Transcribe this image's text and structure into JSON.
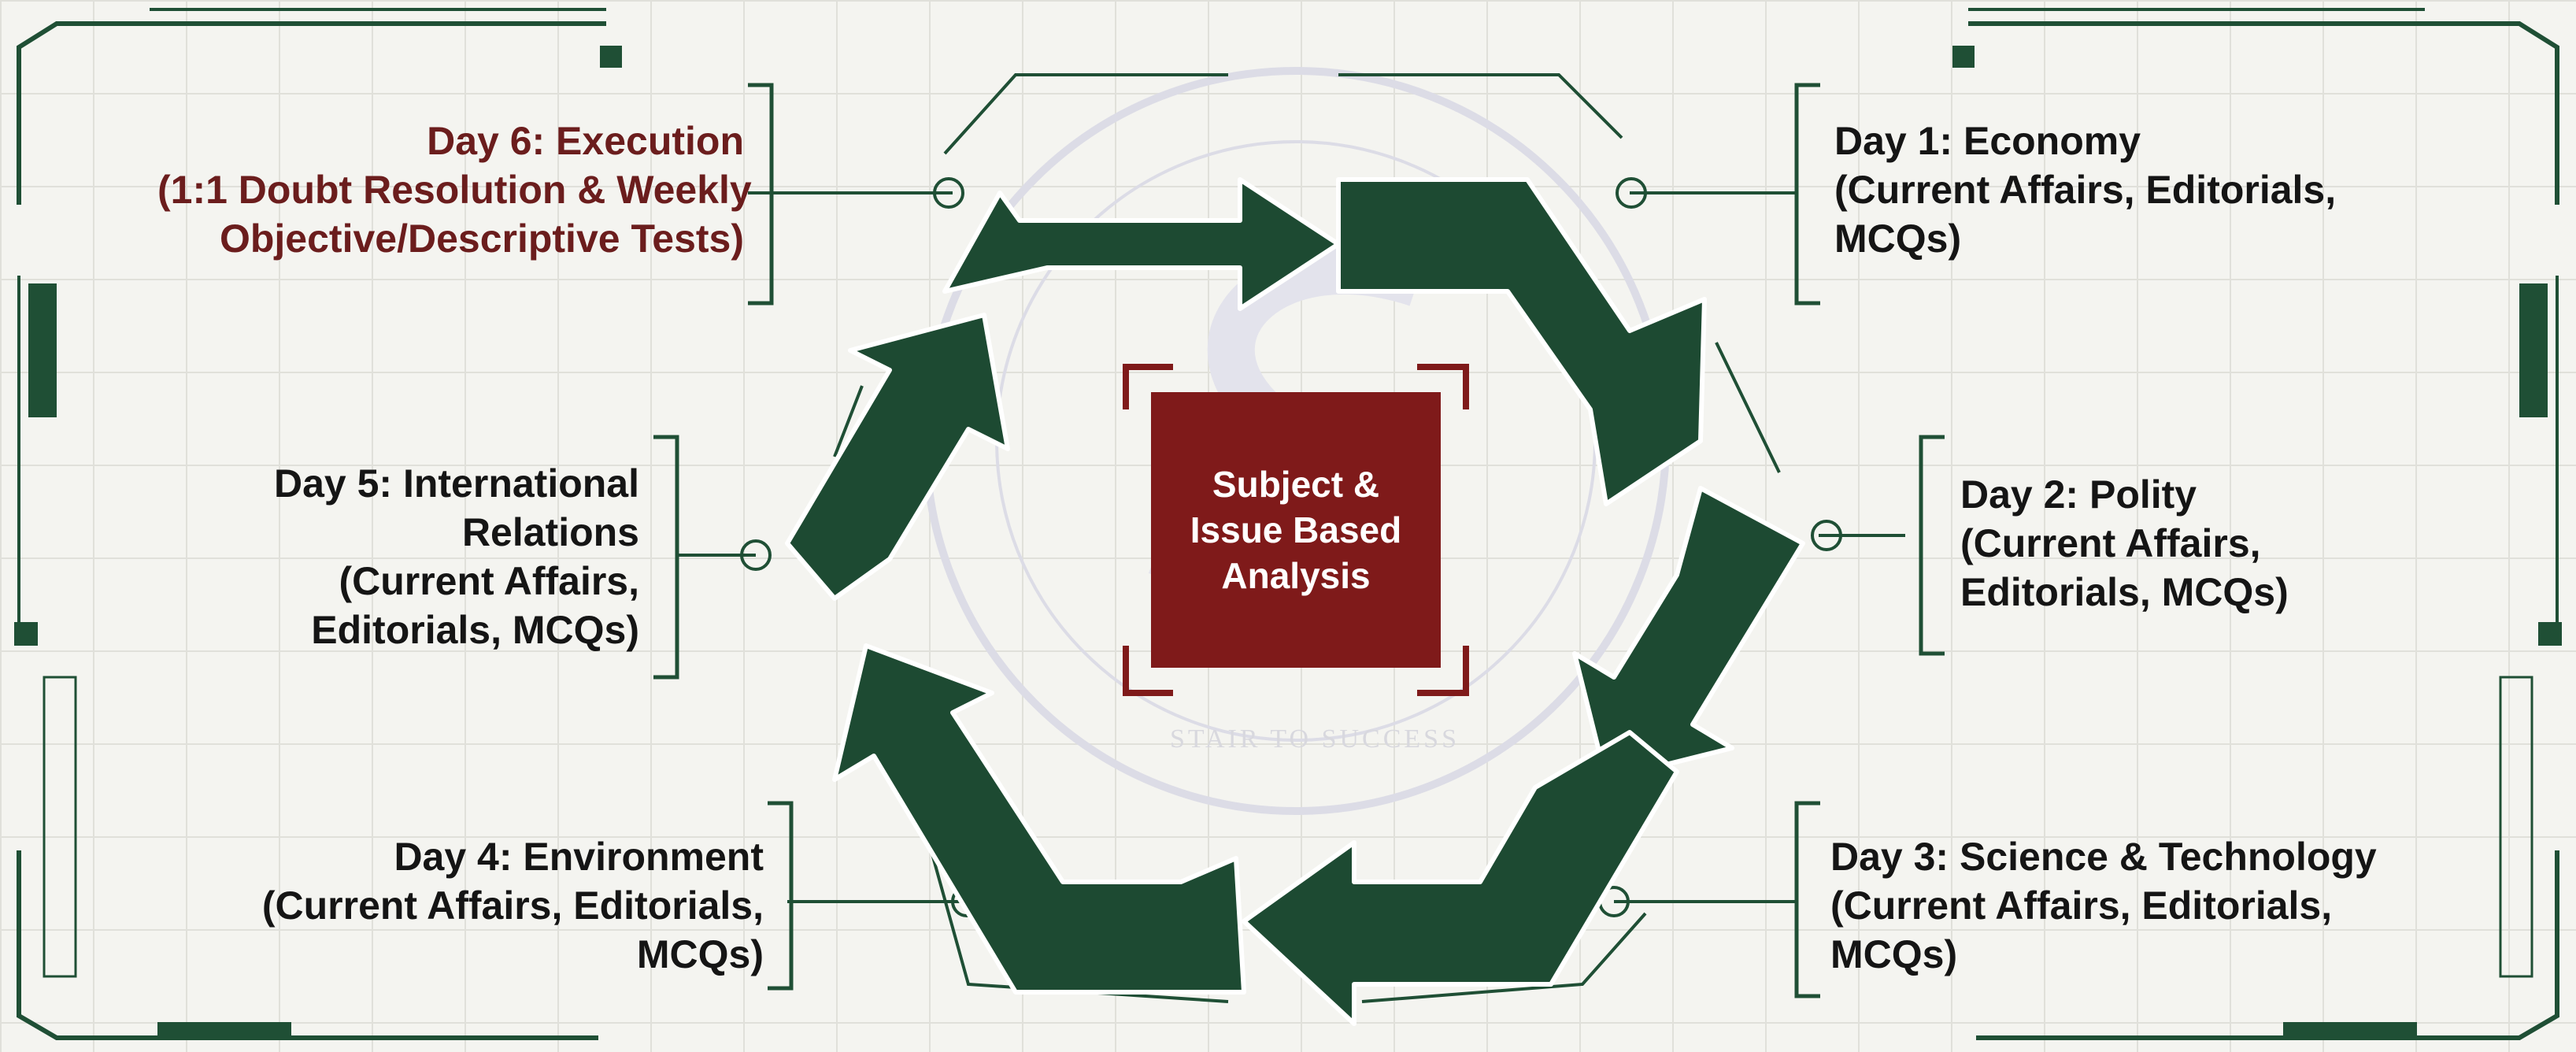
{
  "center": {
    "lines": [
      "Subject &",
      "Issue Based",
      "Analysis"
    ]
  },
  "watermark": {
    "text": "STAIR TO SUCCESS"
  },
  "colors": {
    "arrow_green": "#1d4a32",
    "frame_green": "#1f4f35",
    "center_maroon": "#7f1a1a",
    "execution_text": "#6b1d1d",
    "body_text": "#151515"
  },
  "days": [
    {
      "id": "day1",
      "lines": [
        "Day 1: Economy",
        "(Current Affairs, Editorials,",
        "MCQs)"
      ]
    },
    {
      "id": "day2",
      "lines": [
        "Day 2: Polity",
        "(Current Affairs,",
        "Editorials, MCQs)"
      ]
    },
    {
      "id": "day3",
      "lines": [
        "Day 3: Science & Technology",
        "(Current Affairs, Editorials,",
        "MCQs)"
      ]
    },
    {
      "id": "day4",
      "lines": [
        "Day 4: Environment",
        "(Current Affairs, Editorials,",
        "MCQs)"
      ]
    },
    {
      "id": "day5",
      "lines": [
        "Day 5: International",
        "Relations",
        "(Current Affairs,",
        "Editorials, MCQs)"
      ]
    },
    {
      "id": "day6",
      "lines": [
        "Day 6: Execution",
        "(1:1 Doubt Resolution & Weekly",
        "Objective/Descriptive Tests)"
      ]
    }
  ]
}
